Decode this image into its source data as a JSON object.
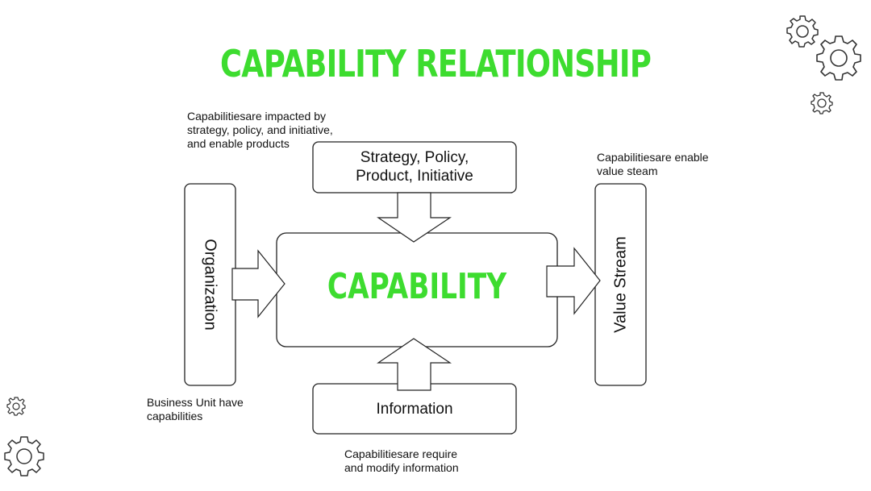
{
  "title": "CAPABILITY RELATIONSHIP",
  "accent_color": "#3ddc2f",
  "center": {
    "label": "CAPABILITY"
  },
  "boxes": {
    "top": [
      "Strategy, Policy,",
      "Product, Initiative"
    ],
    "bottom": "Information",
    "left": "Organization",
    "right": "Value Stream"
  },
  "notes": {
    "top_left": [
      "Capabilitiesare impacted by",
      "strategy, policy, and initiative,",
      "and enable products"
    ],
    "top_right": [
      "Capabilitiesare enable",
      "value steam"
    ],
    "bottom_left": [
      "Business Unit have",
      "capabilities"
    ],
    "bottom_center": [
      "Capabilitiesare require",
      "and modify information"
    ]
  },
  "icons": [
    "gear-icon",
    "gear-icon",
    "gear-icon",
    "gear-icon",
    "gear-icon"
  ]
}
